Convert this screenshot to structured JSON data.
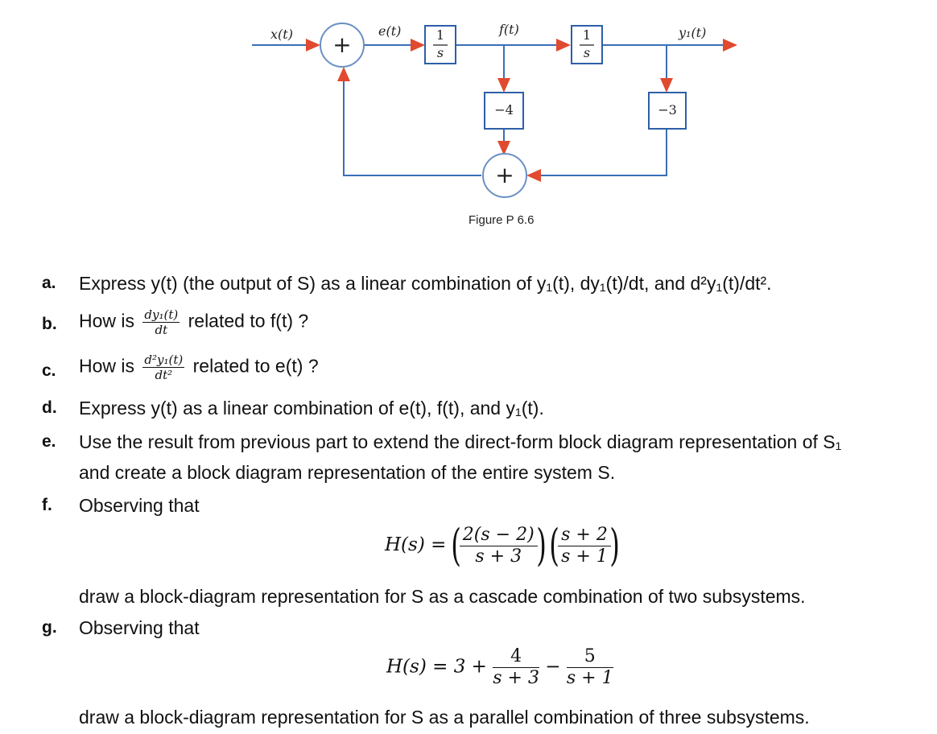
{
  "diagram": {
    "input_label": "x(t)",
    "error_label": "e(t)",
    "mid_label": "f(t)",
    "output_label": "y₁(t)",
    "sum1_symbol": "+",
    "sum2_symbol": "+",
    "integrator1": {
      "num": "1",
      "den": "s"
    },
    "integrator2": {
      "num": "1",
      "den": "s"
    },
    "gain1": "−4",
    "gain2": "−3",
    "caption": "Figure P 6.6"
  },
  "questions": {
    "a": {
      "letter": "a.",
      "text": "Express y(t) (the output of S) as a linear combination of y₁(t), dy₁(t)/dt, and d²y₁(t)/dt²."
    },
    "b": {
      "letter": "b.",
      "pre": "How is",
      "frac_num": "dy₁(t)",
      "frac_den": "dt",
      "post": "related to f(t) ?"
    },
    "c": {
      "letter": "c.",
      "pre": "How is",
      "frac_num": "d²y₁(t)",
      "frac_den": "dt²",
      "post": "related to e(t) ?"
    },
    "d": {
      "letter": "d.",
      "text": "Express y(t) as a linear combination of e(t), f(t), and y₁(t)."
    },
    "e": {
      "letter": "e.",
      "line1": "Use the result from previous  part to extend the direct-form block diagram representation of S₁",
      "line2": "and create a block diagram representation of the entire system S."
    },
    "f": {
      "letter": "f.",
      "text": "Observing that",
      "eq_lhs": "H(s) =",
      "frac1_num": "2(s − 2)",
      "frac1_den": "s + 3",
      "frac2_num": "s + 2",
      "frac2_den": "s + 1",
      "after": "draw a block-diagram representation for S as a cascade combination of two subsystems."
    },
    "g": {
      "letter": "g.",
      "text": "Observing that",
      "eq_lhs": "H(s) = 3 +",
      "frac1_num": "4",
      "frac1_den": "s + 3",
      "minus": "−",
      "frac2_num": "5",
      "frac2_den": "s + 1",
      "after": "draw a block-diagram representation for S as a parallel combination of three subsystems."
    }
  },
  "colors": {
    "line": "#3b6fb6",
    "arrow": "#e04a2f",
    "block": "#2d5fa8"
  }
}
